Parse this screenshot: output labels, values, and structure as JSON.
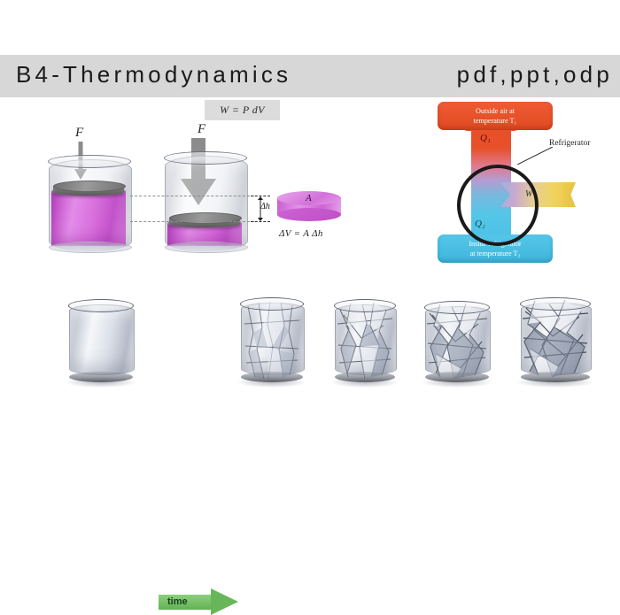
{
  "header": {
    "title": "B4-Thermodynamics",
    "formats": "pdf,ppt,odp",
    "band_color": "#d7d7d7",
    "text_color": "#1a1a1a"
  },
  "piston_figure": {
    "work_formula": "W = P dV",
    "force_label_left": "F",
    "force_label_right": "F",
    "delta_h_label": "Δh",
    "area_label": "A",
    "volume_formula": "ΔV = A Δh",
    "fluid_color": "#cf67d6",
    "piston_color": "#6e6e6e",
    "arrow_color": "#8c8c8c"
  },
  "refrigerator_figure": {
    "hot_reservoir_line1": "Outside air at",
    "hot_reservoir_line2": "temperature T₁",
    "cold_reservoir_line1": "Inside refrigerator",
    "cold_reservoir_line2": "at temperature T₂",
    "heat_out_label": "Q₁",
    "heat_in_label": "Q₂",
    "work_label": "W",
    "device_label": "Refrigerator",
    "hot_color": "#e8502a",
    "cold_color": "#4dc2e6",
    "work_color": "#ecc94b",
    "circle_color": "#1a1a1a"
  },
  "entropy_figure": {
    "time_label": "time",
    "time_arrow_color": "#69b65a",
    "can_count": 5,
    "can_states": [
      "pristine",
      "lightly-crumpled",
      "moderately-crumpled",
      "heavily-crumpled",
      "fully-crumpled"
    ]
  }
}
